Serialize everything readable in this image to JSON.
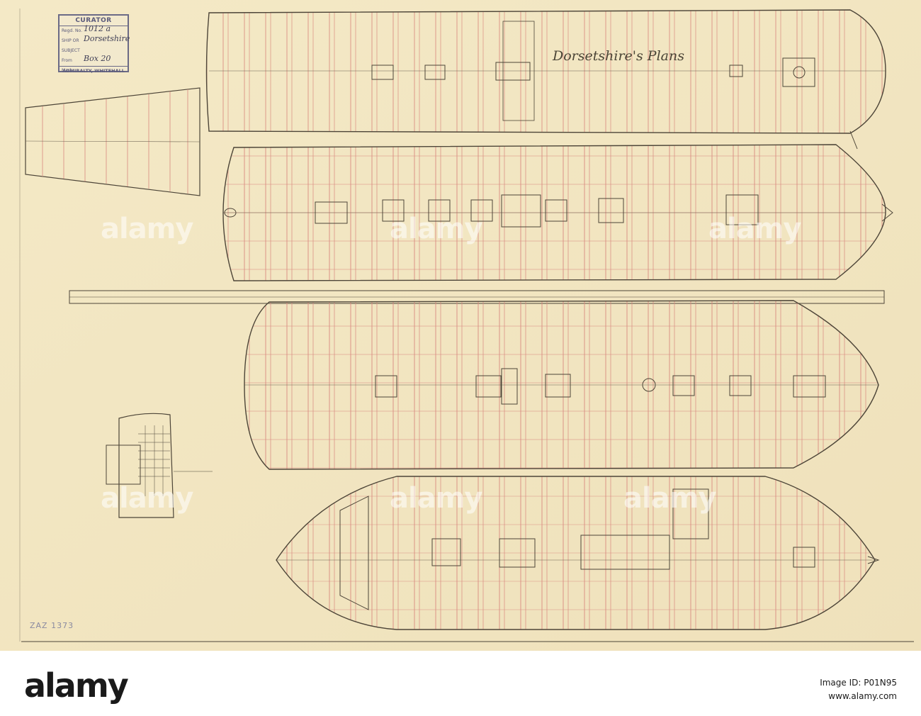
{
  "stamp": {
    "heading": "CURATOR",
    "rows": [
      {
        "label": "Regd. No.",
        "value": "1012 a"
      },
      {
        "label": "SHIP OR",
        "value": "Dorsetshire"
      },
      {
        "label": "SUBJECT",
        "value": ""
      },
      {
        "label": "From Mark",
        "value": "Box 20"
      }
    ],
    "footer": "ADMIRALTY, WHITEHALL"
  },
  "drawing": {
    "title": "Dorsetshire's Plans",
    "reference": "ZAZ 1373"
  },
  "watermark": {
    "text": "alamy"
  },
  "footer": {
    "wordmark": "alamy",
    "image_id_line": "Image ID: P01N95",
    "site": "www.alamy.com"
  },
  "colors": {
    "paper": "#f2e6c2",
    "ink": "#4d4538",
    "frame_red": "#d98a80",
    "stamp_blue": "#6b6a86"
  }
}
